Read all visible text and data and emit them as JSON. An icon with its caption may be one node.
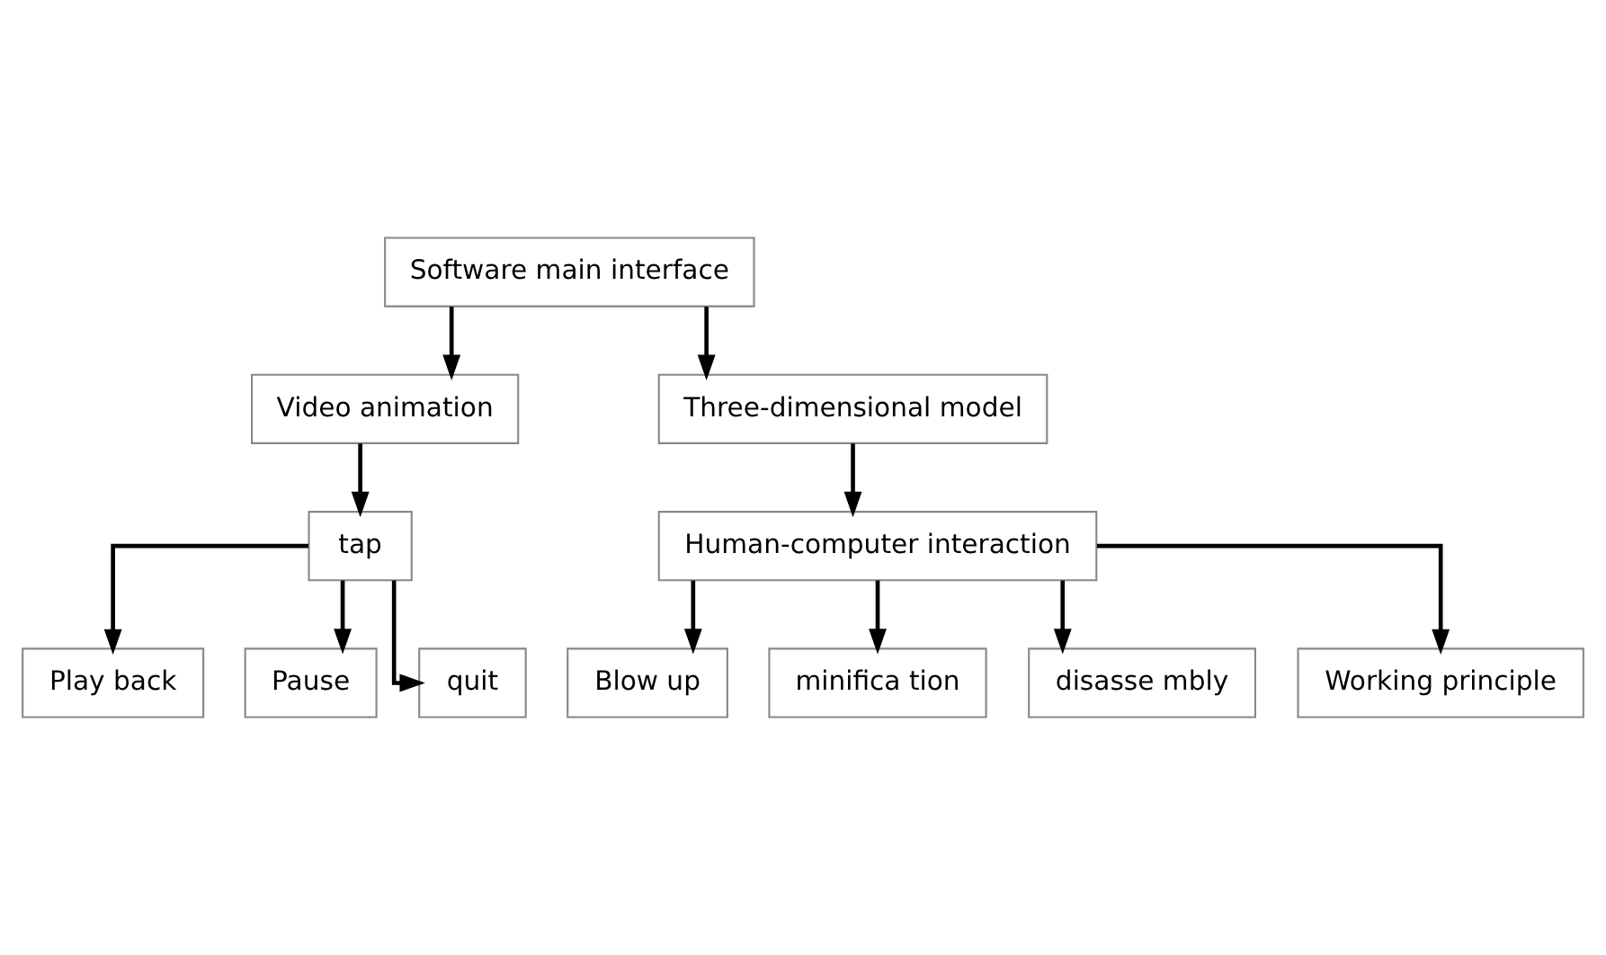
{
  "diagram": {
    "nodes": [
      {
        "text": [
          "Software main interface"
        ]
      },
      {
        "text": [
          "Video animation"
        ]
      },
      {
        "text": [
          "Three-dimensional model"
        ]
      },
      {
        "text": [
          "tap"
        ]
      },
      {
        "text": [
          "Human-computer interaction"
        ]
      },
      {
        "text": [
          "Play back"
        ]
      },
      {
        "text": [
          "Pause"
        ]
      },
      {
        "text": [
          "quit"
        ]
      },
      {
        "text": [
          "Blow up"
        ]
      },
      {
        "text": [
          "minifica tion"
        ]
      },
      {
        "text": [
          "disasse mbly"
        ]
      },
      {
        "text": [
          "Working principle"
        ]
      }
    ],
    "edges": [
      {
        "from": 0,
        "to": 1,
        "arrow": "to"
      },
      {
        "from": 0,
        "to": 2,
        "arrow": "to"
      },
      {
        "from": 1,
        "to": 3,
        "arrow": "to"
      },
      {
        "from": 2,
        "to": 4,
        "arrow": "to"
      },
      {
        "from": 3,
        "to": 5,
        "arrow": "to"
      },
      {
        "from": 3,
        "to": 6,
        "arrow": "to"
      },
      {
        "from": 3,
        "to": 7,
        "arrow": "to"
      },
      {
        "from": 4,
        "to": 8,
        "arrow": "to"
      },
      {
        "from": 4,
        "to": 9,
        "arrow": "to"
      },
      {
        "from": 4,
        "to": 10,
        "arrow": "to"
      },
      {
        "from": 4,
        "to": 11,
        "arrow": "to"
      }
    ]
  }
}
